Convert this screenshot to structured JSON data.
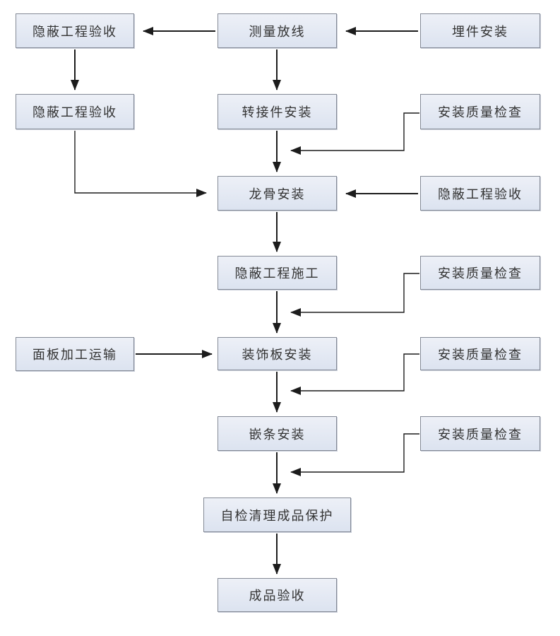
{
  "diagram": {
    "type": "flowchart",
    "colors": {
      "background": "#ffffff",
      "node_fill": "#dfe5f1",
      "node_border": "#848a96",
      "arrow_line": "#1c1c1c",
      "text": "#333333"
    },
    "nodes": [
      {
        "id": "hidden-work-acceptance-1",
        "label": "隐蔽工程验收"
      },
      {
        "id": "survey-layout",
        "label": "测量放线"
      },
      {
        "id": "embedded-parts-installation",
        "label": "埋件安装"
      },
      {
        "id": "hidden-work-acceptance-2",
        "label": "隐蔽工程验收"
      },
      {
        "id": "adapter-installation",
        "label": "转接件安装"
      },
      {
        "id": "installation-quality-check-1",
        "label": "安装质量检查"
      },
      {
        "id": "keel-installation",
        "label": "龙骨安装"
      },
      {
        "id": "hidden-work-acceptance-3",
        "label": "隐蔽工程验收"
      },
      {
        "id": "hidden-work-construction",
        "label": "隐蔽工程施工"
      },
      {
        "id": "installation-quality-check-2",
        "label": "安装质量检查"
      },
      {
        "id": "panel-processing-transport",
        "label": "面板加工运输"
      },
      {
        "id": "decorative-panel-installation",
        "label": "装饰板安装"
      },
      {
        "id": "installation-quality-check-3",
        "label": "安装质量检查"
      },
      {
        "id": "trim-strip-installation",
        "label": "嵌条安装"
      },
      {
        "id": "installation-quality-check-4",
        "label": "安装质量检查"
      },
      {
        "id": "self-check-cleanup-product-protection",
        "label": "自检清理成品保护"
      },
      {
        "id": "finished-product-acceptance",
        "label": "成品验收"
      }
    ],
    "edges": [
      {
        "from": "survey-layout",
        "to": "hidden-work-acceptance-1",
        "style": "straight"
      },
      {
        "from": "embedded-parts-installation",
        "to": "survey-layout",
        "style": "straight"
      },
      {
        "from": "hidden-work-acceptance-1",
        "to": "hidden-work-acceptance-2",
        "style": "straight"
      },
      {
        "from": "survey-layout",
        "to": "adapter-installation",
        "style": "straight"
      },
      {
        "from": "adapter-installation",
        "to": "keel-installation",
        "style": "straight"
      },
      {
        "from": "installation-quality-check-1",
        "to": "keel-installation",
        "style": "elbow-into-flow"
      },
      {
        "from": "hidden-work-acceptance-2",
        "to": "keel-installation",
        "style": "elbow"
      },
      {
        "from": "hidden-work-acceptance-3",
        "to": "keel-installation",
        "style": "straight"
      },
      {
        "from": "keel-installation",
        "to": "hidden-work-construction",
        "style": "straight"
      },
      {
        "from": "installation-quality-check-2",
        "to": "decorative-panel-installation",
        "style": "elbow-into-flow"
      },
      {
        "from": "hidden-work-construction",
        "to": "decorative-panel-installation",
        "style": "straight"
      },
      {
        "from": "panel-processing-transport",
        "to": "decorative-panel-installation",
        "style": "straight"
      },
      {
        "from": "installation-quality-check-3",
        "to": "trim-strip-installation",
        "style": "elbow-into-flow"
      },
      {
        "from": "decorative-panel-installation",
        "to": "trim-strip-installation",
        "style": "straight"
      },
      {
        "from": "installation-quality-check-4",
        "to": "self-check-cleanup-product-protection",
        "style": "elbow-into-flow"
      },
      {
        "from": "trim-strip-installation",
        "to": "self-check-cleanup-product-protection",
        "style": "straight"
      },
      {
        "from": "self-check-cleanup-product-protection",
        "to": "finished-product-acceptance",
        "style": "straight"
      }
    ]
  }
}
